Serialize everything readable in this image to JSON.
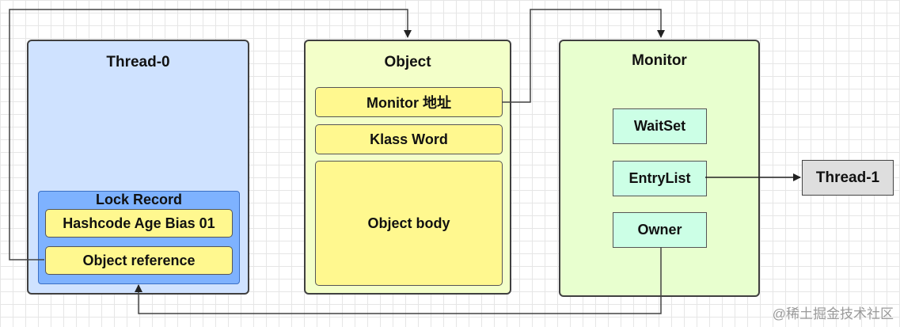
{
  "thread0": {
    "title": "Thread-0",
    "lock_record": {
      "title": "Lock Record",
      "fields": [
        "Hashcode Age Bias 01",
        "Object reference"
      ]
    }
  },
  "object": {
    "title": "Object",
    "fields": [
      "Monitor 地址",
      "Klass Word",
      "Object body"
    ]
  },
  "monitor": {
    "title": "Monitor",
    "fields": [
      "WaitSet",
      "EntryList",
      "Owner"
    ]
  },
  "thread1": {
    "label": "Thread-1"
  },
  "watermark": "@稀土掘金技术社区",
  "colors": {
    "thread_panel": "#cfe2ff",
    "object_panel": "#f3ffc9",
    "monitor_panel": "#e8ffcf",
    "lock_record": "#7eb2ff",
    "field_yellow": "#fff88f",
    "field_mint": "#ccffe6",
    "thread1_grey": "#dedede"
  }
}
